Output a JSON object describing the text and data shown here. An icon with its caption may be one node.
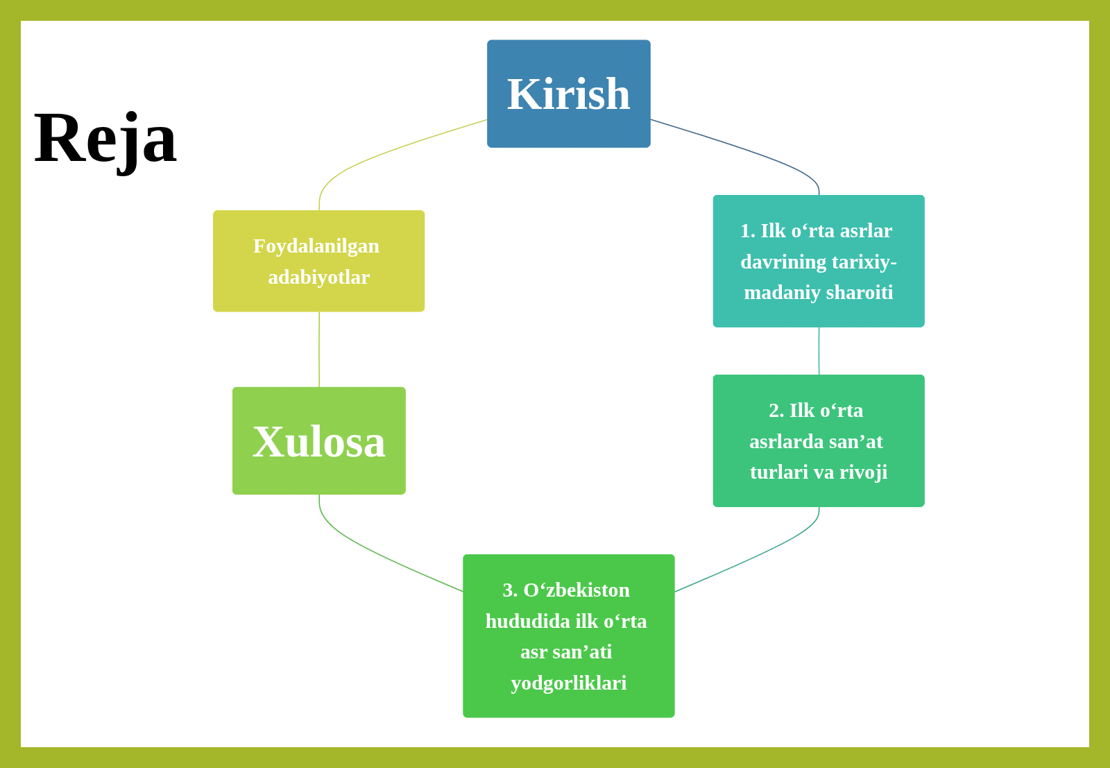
{
  "diagram": {
    "title": "Reja",
    "nodes": [
      {
        "text": [
          "Kirish"
        ]
      },
      {
        "text": [
          "1. Ilk o‘rta asrlar davrining tarixiy-madaniy sharoiti"
        ]
      },
      {
        "text": [
          "2. Ilk o‘rta asrlarda san’at turlari va rivoji"
        ]
      },
      {
        "text": [
          "3. O‘zbekiston hududida ilk o‘rta asr san’ati yodgorliklari"
        ]
      },
      {
        "text": [
          "Xulosa"
        ]
      },
      {
        "text": [
          "Foydalanilgan adabiyotlar"
        ]
      }
    ],
    "edges": [
      {
        "from": 0,
        "to": 5,
        "arrow": "none",
        "color": "#c8cf55"
      },
      {
        "from": 5,
        "to": 4,
        "arrow": "none",
        "color": "#a8cf3f"
      },
      {
        "from": 4,
        "to": 3,
        "arrow": "none",
        "color": "#5ab84a"
      },
      {
        "from": 0,
        "to": 1,
        "arrow": "none",
        "color": "#41698a"
      },
      {
        "from": 1,
        "to": 2,
        "arrow": "none",
        "color": "#3fb7a8"
      },
      {
        "from": 2,
        "to": 3,
        "arrow": "none",
        "color": "#3aa58a"
      }
    ]
  }
}
